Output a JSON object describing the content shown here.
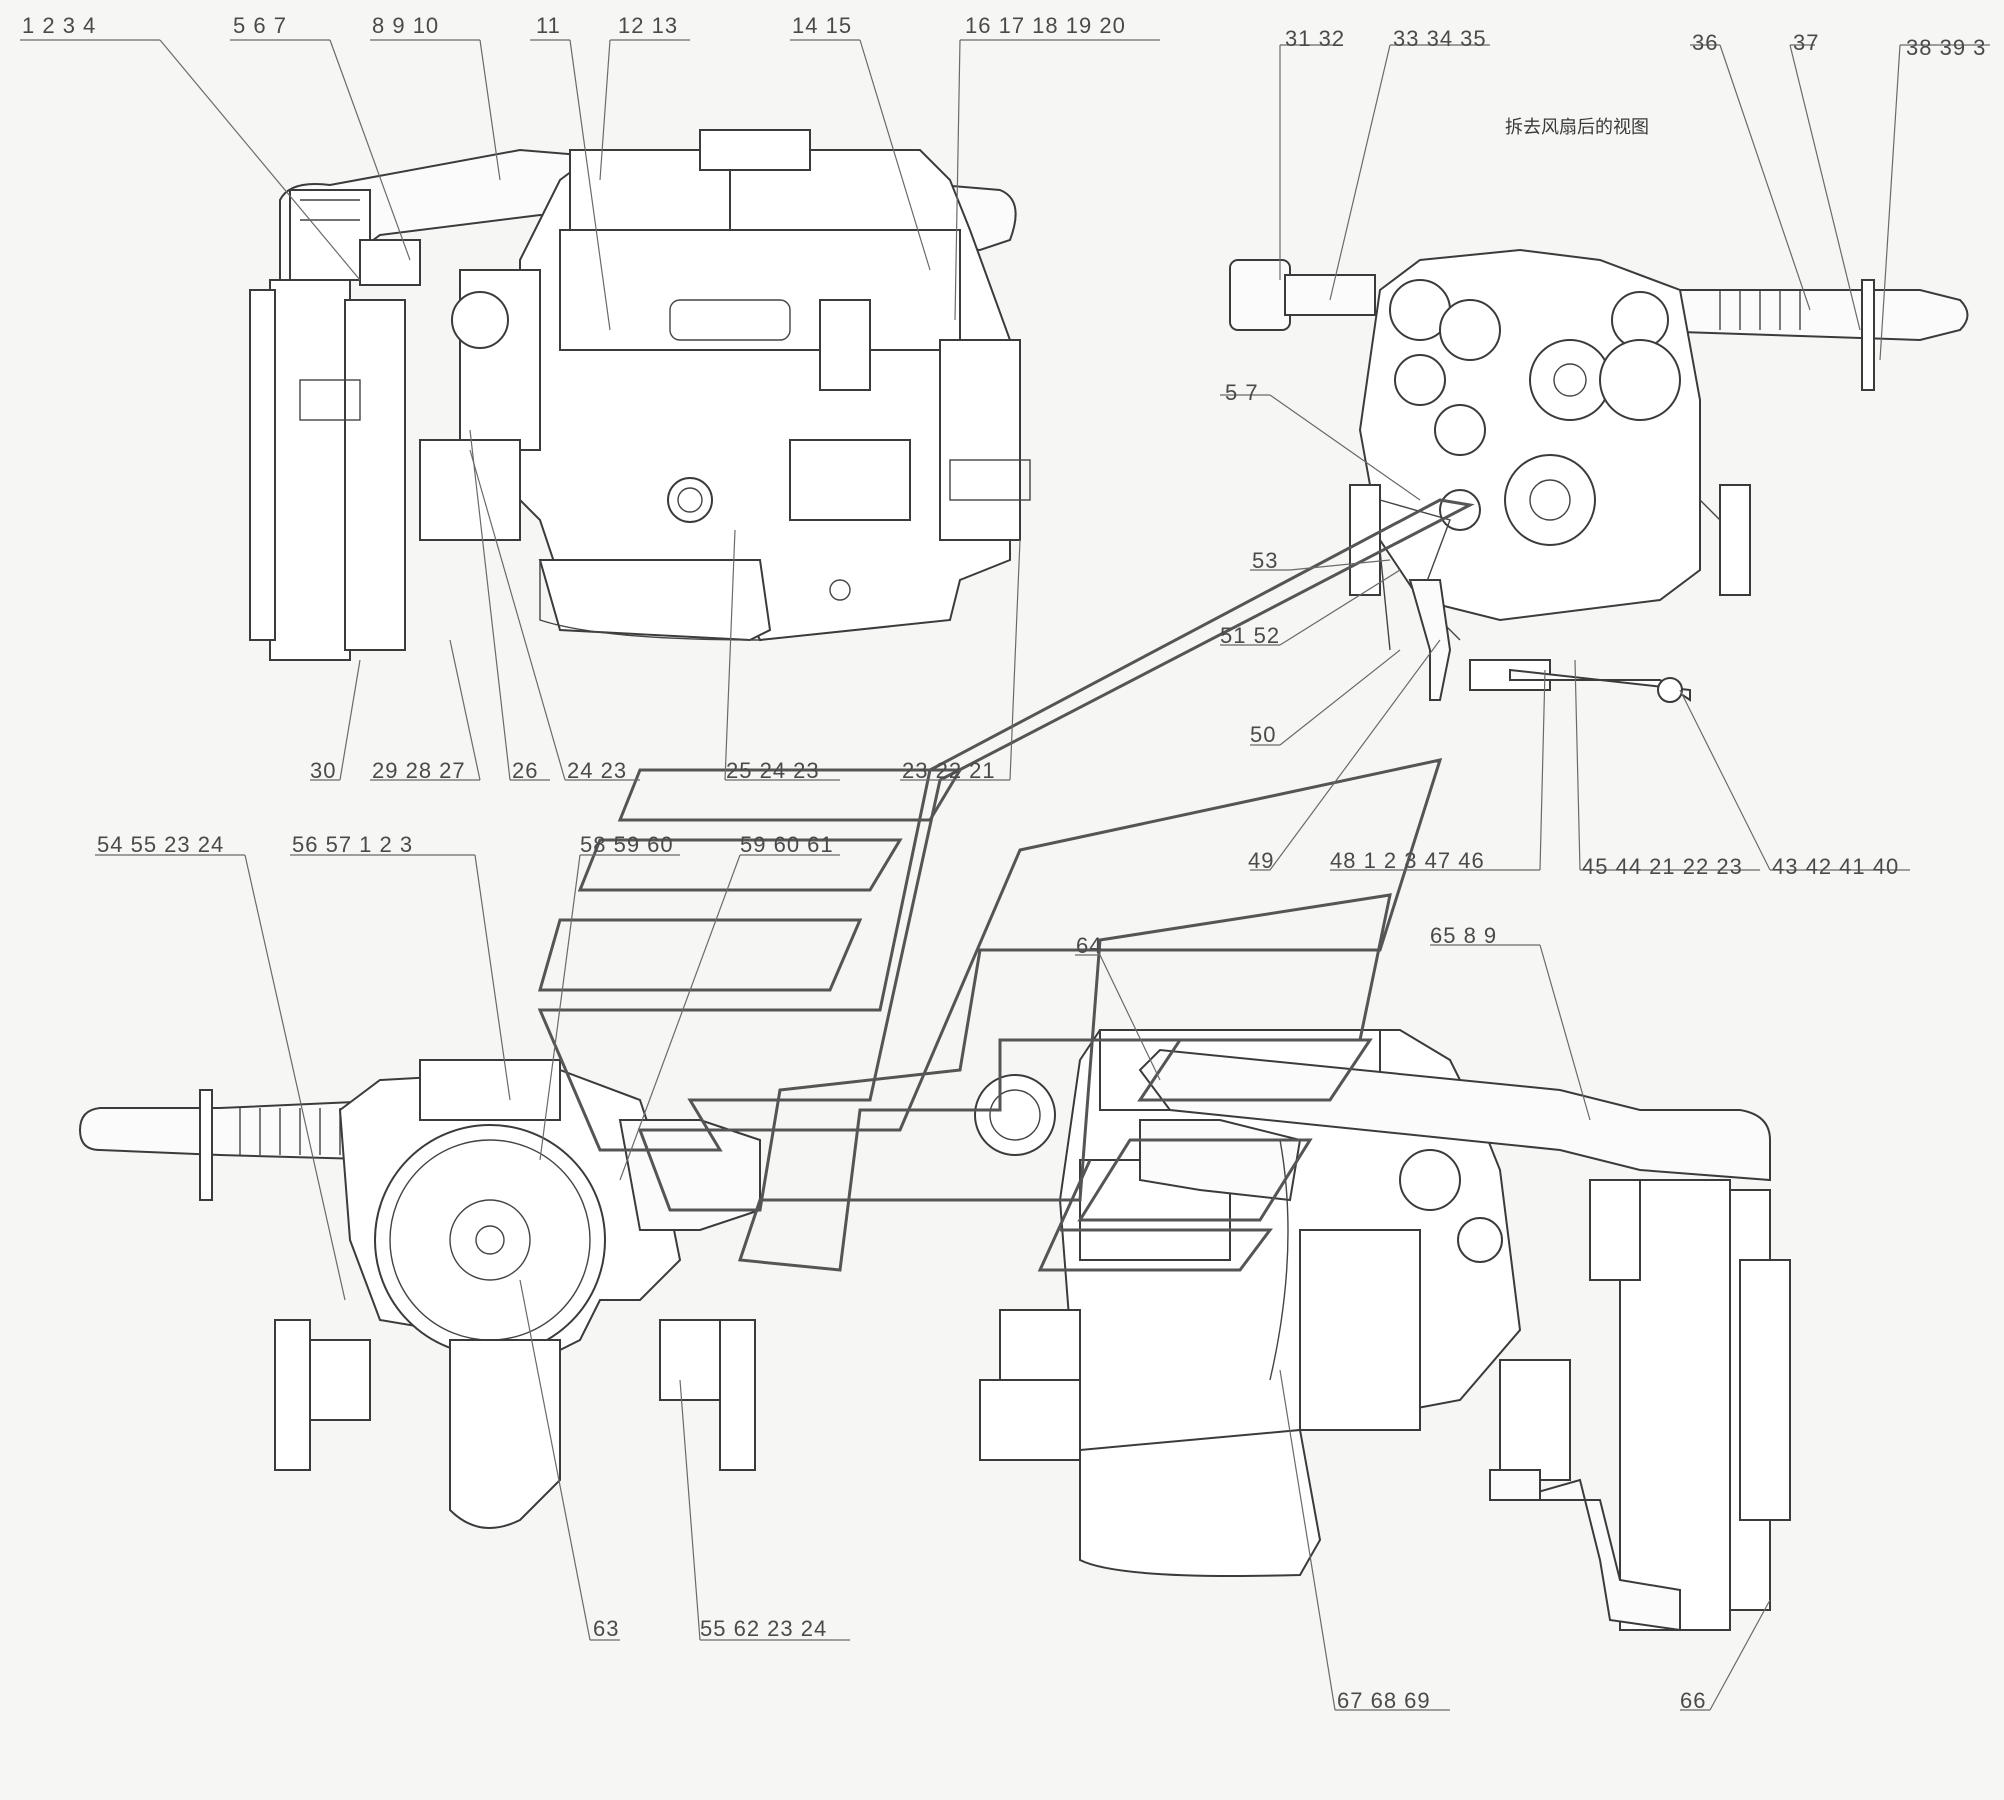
{
  "sheet": {
    "view_title": "拆去风扇后的视图",
    "background": "#f6f6f4",
    "line_color": "#3b3b3b"
  },
  "callouts": {
    "c01": "1  2  3  4",
    "c02": "5  6  7",
    "c03": "8  9  10",
    "c04": "11",
    "c05": "12  13",
    "c06": "14  15",
    "c07": "16  17  18  19  20",
    "c08": "31  32",
    "c09": "33  34  35",
    "c10": "36",
    "c11": "37",
    "c12": "38  39  3",
    "c13": "5  7",
    "c14": "53",
    "c15": "51  52",
    "c16": "50",
    "c17": "30",
    "c18": "29  28  27",
    "c19": "26",
    "c20": "24  23",
    "c21": "25  24  23",
    "c22": "23  22  21",
    "c23": "54  55  23  24",
    "c24": "56  57  1  2  3",
    "c25": "58  59  60",
    "c26": "59  60  61",
    "c27": "49",
    "c28": "48  1  2  3  47  46",
    "c29": "45  44  21  22  23",
    "c30": "43  42  41  40",
    "c31": "64",
    "c32": "65  8  9",
    "c33": "63",
    "c34": "55  62  23  24",
    "c35": "67  68  69",
    "c36": "66"
  }
}
